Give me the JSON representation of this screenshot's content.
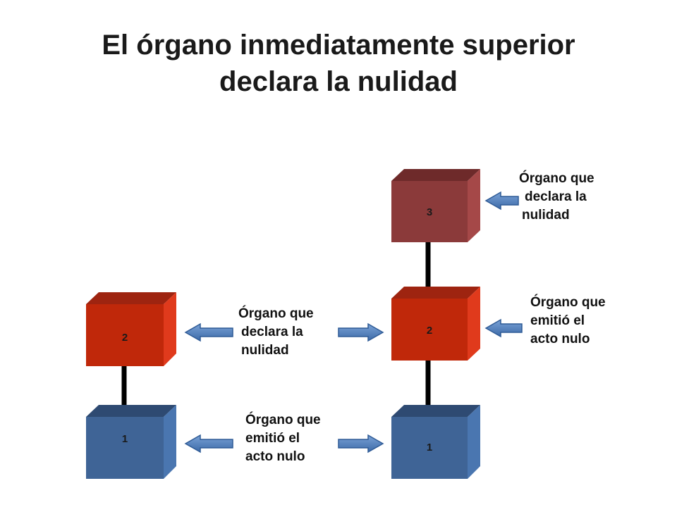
{
  "title": {
    "line1": "El órgano inmediatamente superior",
    "line2": "declara la nulidad"
  },
  "boxes": {
    "left_top": "2",
    "left_bottom": "1",
    "right_top": "3",
    "right_middle": "2",
    "right_bottom": "1"
  },
  "labels": {
    "center_upper": {
      "line1": "Órgano que",
      "line2": "declara la",
      "line3": "nulidad"
    },
    "center_lower": {
      "line1": "Órgano que",
      "line2": "emitió el",
      "line3": "acto nulo"
    },
    "right_upper": {
      "line1": "Órgano que",
      "line2": "declara la",
      "line3": "nulidad"
    },
    "right_lower": {
      "line1": "Órgano que",
      "line2": "emitió el",
      "line3": "acto nulo"
    }
  },
  "colors": {
    "blue_box": "#3f6496",
    "red_box": "#c0280a",
    "maroon_box": "#8b3a3a",
    "arrow": "#4f81bd",
    "connector": "#000000"
  }
}
